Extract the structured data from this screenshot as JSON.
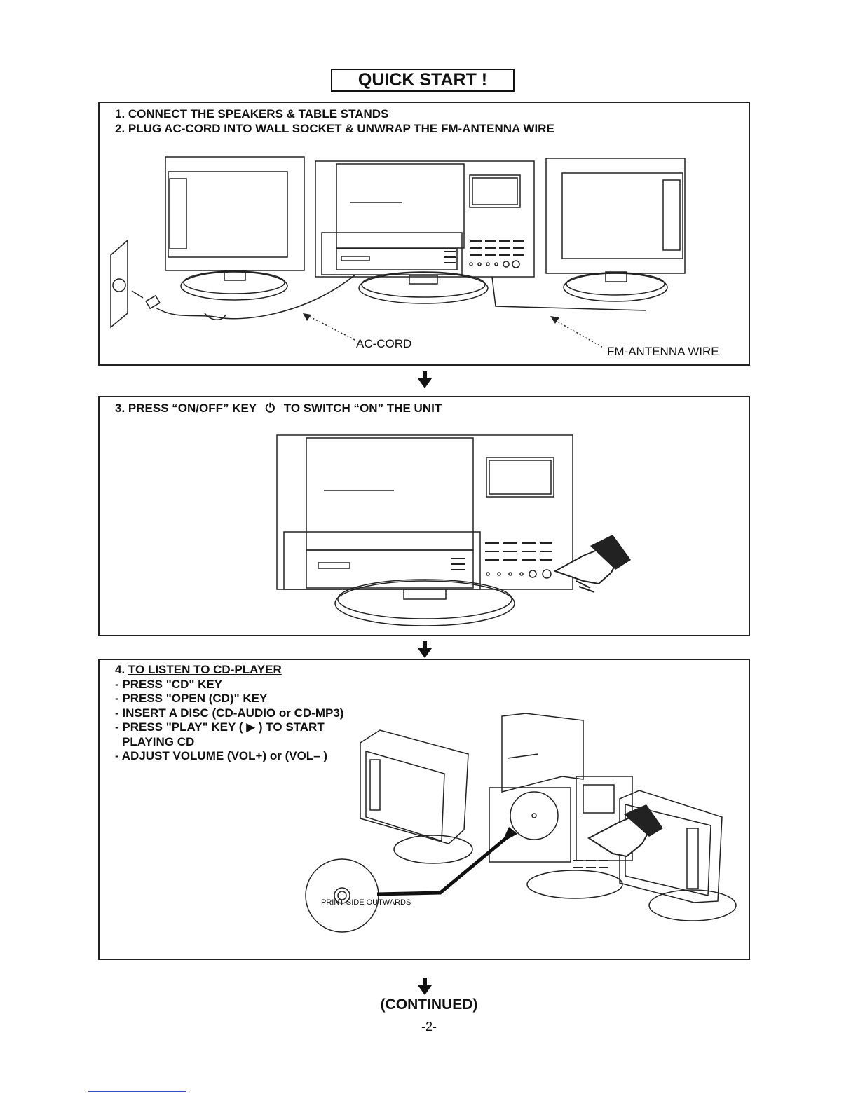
{
  "title": "QUICK START !",
  "step1": {
    "line1": "1. CONNECT THE SPEAKERS & TABLE STANDS",
    "line2": "2. PLUG AC-CORD INTO WALL SOCKET & UNWRAP THE FM-ANTENNA WIRE",
    "ac_cord_label": "AC-CORD",
    "fm_antenna_label": "FM-ANTENNA WIRE"
  },
  "step2": {
    "text_before": "3. PRESS “ON/OFF” KEY",
    "power_symbol": "⏻",
    "text_mid": "TO SWITCH “",
    "text_on": "ON",
    "text_after": "” THE UNIT"
  },
  "step3": {
    "num": "4.",
    "heading": "TO LISTEN TO CD-PLAYER",
    "lines": [
      "- PRESS \"CD\" KEY",
      "- PRESS \"OPEN (CD)\" KEY",
      "- INSERT A DISC (CD-AUDIO or CD-MP3)",
      "- PRESS \"PLAY\" KEY  ( ▶ ) TO START",
      "PLAYING CD",
      "- ADJUST VOLUME (VOL+) or (VOL– )"
    ],
    "disc_label": "PRINT SIDE OUTWARDS"
  },
  "footer": {
    "continued": "(CONTINUED)",
    "page": "-2-"
  },
  "icons": {
    "flow_arrow": "down-arrow-icon",
    "power": "power-icon",
    "pointing_hand": "pointing-hand-icon"
  }
}
